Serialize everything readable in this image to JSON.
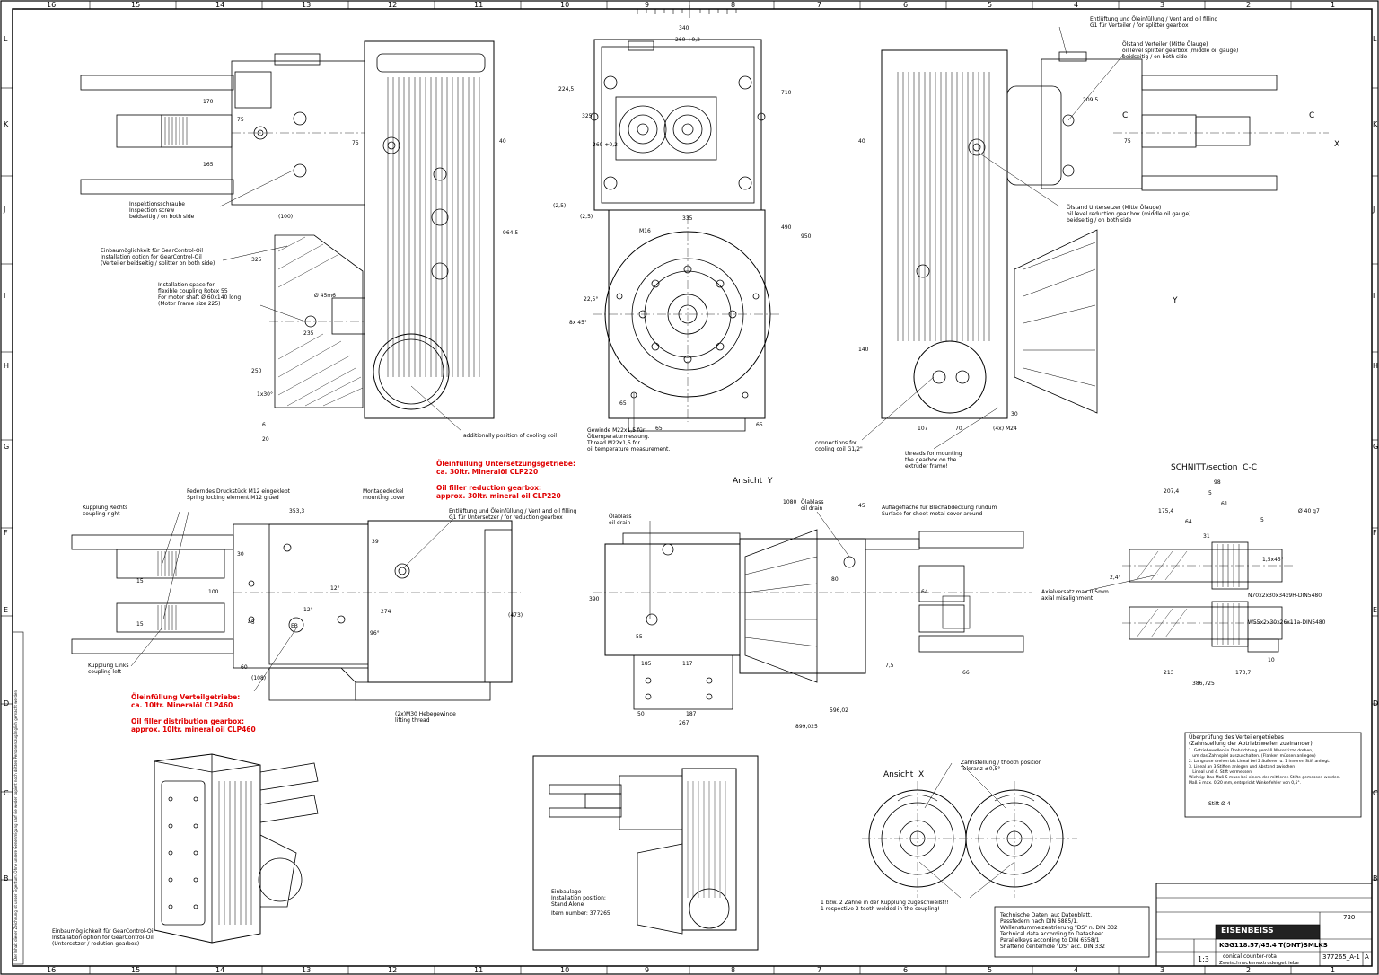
{
  "frame": {
    "top_numbers": [
      "16",
      "15",
      "14",
      "13",
      "12",
      "11",
      "10",
      "9",
      "8",
      "7",
      "6",
      "5",
      "4",
      "3",
      "2",
      "1"
    ],
    "bottom_numbers": [
      "16",
      "15",
      "14",
      "13",
      "12",
      "11",
      "10",
      "9",
      "8",
      "7",
      "6",
      "5",
      "4",
      "3",
      "2",
      "1"
    ],
    "left_letters": [
      "L",
      "K",
      "J",
      "I",
      "H",
      "G",
      "F",
      "E",
      "D",
      "C",
      "B"
    ],
    "right_letters": [
      "L",
      "K",
      "J",
      "I",
      "H",
      "G",
      "F",
      "E",
      "D",
      "C",
      "B"
    ]
  },
  "notes": {
    "inspection": "Inspektionsschraube\nInspection screw\nbeidseitig / on both side",
    "gearcontrol_top": "Einbaumöglichkeit für GearControl-Oil\nInstallation option for GearControl-Oil\n(Verteiler beidseitig / splitter on both side)",
    "coupling_space": "Installation space for\nflexible coupling Rotex 55\nFor motor shaft Ø 60x140 long\n(Motor Frame size 225)",
    "cooling_coil_pos": "additionally position of cooling coil!",
    "thread_m22": "Gewinde M22x1,5 für\nÖltemperaturmessung.\nThread M22x1,5 for\noil temperature measurement.",
    "vent_splitter": "Entlüftung und Öleinfüllung / Vent and oil filling\nG1 für Verteiler / for splitter gearbox",
    "oil_level_splitter": "Ölstand Verteiler (Mitte Ölauge)\noil level splitter gearbox (middle oil gauge)\nbeidseitig / on both side",
    "oil_level_reduction": "Ölstand Untersetzer (Mitte Ölauge)\noil level reduction gear box (middle oil gauge)\nbeidseitig / on both side",
    "cooling_conn": "connections for\ncooling coil G1/2\"",
    "threads_mount": "threads for mounting\nthe gearbox on the\nextruder frame!",
    "spring_element": "Federndes Druckstück M12 eingeklebt\nSpring locking element M12 glued",
    "coupling_right": "Kupplung Rechts\ncoupling right",
    "coupling_left": "Kupplung Links\ncoupling left",
    "mounting_cover": "Montagedeckel\nmounting cover",
    "vent_reduction": "Entlüftung und Öleinfüllung / Vent and oil filling\nG1 für Untersetzer / for reduction gearbox",
    "lifting_thread": "(2x)M30 Hebegewinde\nlifting thread",
    "oil_drain_1": "Ölablass\noil drain",
    "oil_drain_2": "Ölablass\noil drain",
    "sheet_cover": "Auflagefläche für Blechabdeckung rundum\nSurface for sheet metal cover around",
    "axial_misalign": "Axialversatz max.0,5mm\naxial misalignment",
    "spline1": "N70x2x30x34x9H-DIN5480",
    "spline2": "W55x2x30x26x11a-DIN5480",
    "gearcontrol_bottom": "Einbaumöglichkeit für GearControl-Oil\nInstallation option for GearControl-Oil\n(Untersetzer / redution gearbox)",
    "installation_position": "Einbaulage\nInstallation position:\nStand Alone",
    "item_number": "Item number: 377265",
    "tooth_position": "Zahnstellung / thooth position\nToleranz ±0,5°",
    "teeth_welded": "1 bzw. 2 Zähne in der Kupplung zugeschweißt!!\n1 respective 2 teeth welded in the coupling!",
    "tech_data": "Technische Daten laut Datenblatt.\nPassfedern nach DIN 6885/1.\nWellenstummelzentrierung \"DS\" n. DIN 332\nTechnical data according to Datasheet.\nParallelkeys according to DIN 6558/1\nShaftend centerhole \"DS\" acc. DIN 332",
    "check_title": "Überprüfung des Verteilergetriebes\n(Zahnstellung der Abtriebswellen zueinander)",
    "check_body": "1. Getriebewellen in Drehrichtung gemäß Messskizze drehen,\n   um das Zahnspiel auszuschalten. (Flanken müssen anliegen)\n2. Langnase drehen bis Lineal bei 2 äußeren u. 1 inneren Stift anliegt.\n3. Lineal an 3 Stiften anlegen und Abstand zwischen\n   Lineal und 4. Stift vermessen.\nWichtig: Das Maß S muss bei einem der mittleren Stifte gemessen werden.\nMaß S max. 0,20 mm, entspricht Winkelfehler von 0,5°."
  },
  "red_notes": {
    "fill_reduction": "Öleinfüllung Untersetzungsgetriebe:\nca. 30ltr. Mineralöl CLP220\n\nOil filler reduction gearbox:\napprox. 30ltr. mineral oil CLP220",
    "fill_distribution": "Öleinfüllung Verteilgetriebe:\nca. 10ltr. Mineralöl CLP460\n\nOil filler distribution gearbox:\napprox. 10ltr. mineral oil CLP460"
  },
  "views": {
    "ansicht_y": "Ansicht  Y",
    "ansicht_x": "Ansicht  X",
    "section_cc": "SCHNITT/section  C-C"
  },
  "dims": {
    "d340": "340",
    "d260": "260 +0,2",
    "d335": "335",
    "d325": "325",
    "d224": "224,5",
    "d710": "710",
    "d490": "490",
    "d950": "950",
    "d2605": "(2,5)",
    "d25b": "(2,5)",
    "m16": "M16",
    "d260b": "260 +0,2",
    "d170": "170",
    "d165": "165",
    "d75a": "75",
    "d75b": "75",
    "d40a": "40",
    "d100": "(100)",
    "d325b": "325",
    "d9645": "964,5",
    "d235": "235",
    "d250": "250",
    "d6": "6",
    "d20": "20",
    "d130": "1x30°",
    "d45m6": "Ø 45m6",
    "d65a": "65",
    "d65b": "65",
    "d65c": "65",
    "d8x45": "8x 45°",
    "d225": "22,5°",
    "d2095": "209,5",
    "d40b": "40",
    "d140": "140",
    "d107": "107",
    "d70": "70",
    "d75c": "75",
    "d4xm24": "(4x) M24",
    "d30a": "30",
    "d3533": "353,3",
    "d30b": "30",
    "d15a": "15",
    "d15b": "15",
    "d100b": "100",
    "d45": "45",
    "d60": "60",
    "d108": "(108)",
    "d39": "39",
    "d274": "274",
    "d473": "(473)",
    "d12a": "12°",
    "d12b": "12°",
    "d96": "96°",
    "d1080": "1080",
    "d390": "390",
    "d55": "55",
    "d185": "185",
    "d117": "117",
    "d50": "50",
    "d187": "187",
    "d267": "267",
    "d59602": "596,02",
    "d899": "899,025",
    "d45b": "45",
    "d80": "80",
    "d64": "64",
    "d66": "66",
    "d75d": "7,5",
    "d2074": "207,4",
    "d98": "98",
    "d5a": "5",
    "d61": "61",
    "d1754": "175,4",
    "d64b": "64",
    "d31": "31",
    "d5b": "5",
    "d213": "213",
    "d1737": "173,7",
    "d38672": "386,725",
    "d15x45": "1,5x45°",
    "d10": "10",
    "d24": "2,4°",
    "d90": "Ø 40 g7"
  },
  "misc": {
    "cutmark_c1": "C",
    "cutmark_c2": "C",
    "axis_x": "X",
    "axis_y": "Y",
    "stift": "Stift Ø 4"
  },
  "title_block": {
    "company": "EISENBEISS",
    "part_name": "KGG118.57/45.4 T(DNT)SMLKS",
    "desc1": "conical counter-rota",
    "desc2": "Zweischneckenextrudergetriebe",
    "drawing_no": "377265_A-1",
    "rev": "A",
    "scale": "1:3",
    "weight": "720"
  },
  "side_strip": "Der Inhalt dieser Zeichnung ist unser Eigentum. Ohne unsere Genehmigung darf sie weder kopiert noch dritten Personen zugänglich gemacht werden."
}
